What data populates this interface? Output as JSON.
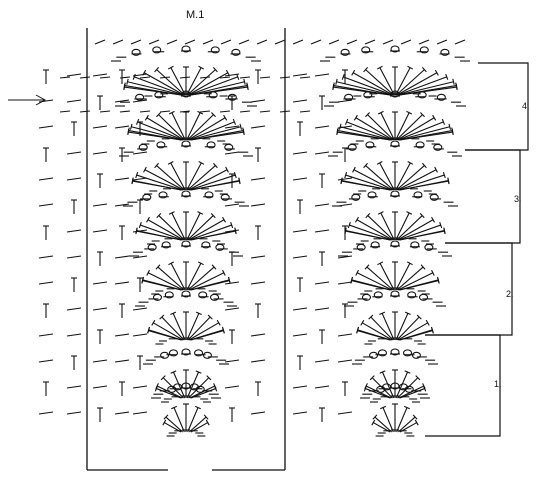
{
  "diagram": {
    "title": "M.1",
    "row_labels": [
      "1.",
      "2.",
      "3.",
      "4."
    ],
    "symbols": [
      "chain-stitch",
      "double-crochet",
      "chain-space-loop",
      "start-arrow"
    ],
    "ink_color": "#111111",
    "background": "#ffffff"
  }
}
